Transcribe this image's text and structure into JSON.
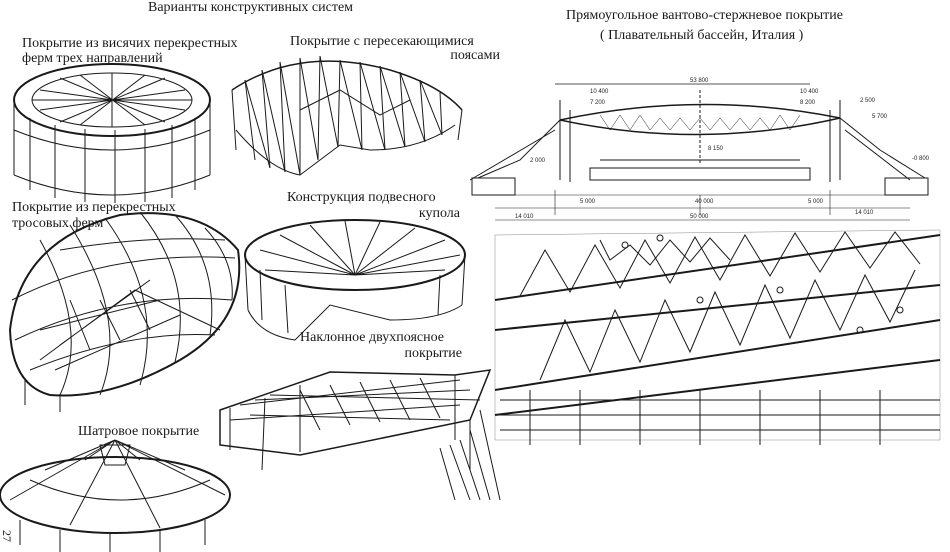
{
  "header": {
    "left_title": "Варианты конструктивных систем",
    "right_title": "Прямоугольное вантово-стержневое покрытие",
    "right_subtitle": "( Плавательный бассейн, Италия )"
  },
  "labels": {
    "cross_truss_l1": "Покрытие из висячих перекрестных",
    "cross_truss_l2": "ферм трех направлений",
    "intersecting_l1": "Покрытие с пересекающимися",
    "intersecting_l2": "поясами",
    "cable_truss_l1": "Покрытие из перекрестных",
    "cable_truss_l2": "тросовых ферм",
    "dome_l1": "Конструкция подвесного",
    "dome_l2": "купола",
    "inclined_l1": "Наклонное двухпоясное",
    "inclined_l2": "покрытие",
    "tent": "Шатровое покрытие"
  },
  "dimensions": {
    "top_span": "53 800",
    "left_seg": "10 400",
    "left_sub": "7 200",
    "right_seg": "10 400",
    "right_sub": "8 200",
    "mid_height": "8 150",
    "left_level": "2 000",
    "level_right_1": "2 500",
    "level_right_2": "5 700",
    "level_right_3": "-0 800",
    "bottom_left": "14 010",
    "bottom_mid": "50 000",
    "bottom_right": "14 010",
    "inner_left": "5 000",
    "inner_mid": "40 000",
    "inner_right": "5 000"
  },
  "page_number": "27",
  "colors": {
    "ink": "#1a1a1a",
    "paper": "#ffffff"
  }
}
